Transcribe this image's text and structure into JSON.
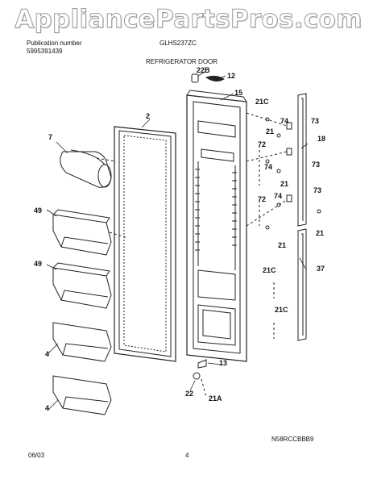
{
  "watermark": "AppliancePartsPros.com",
  "header": {
    "publication_label": "Publication number",
    "publication_number": "5995391439",
    "model": "GLHS237ZC",
    "section_title": "REFRIGERATOR DOOR"
  },
  "footer": {
    "date": "06/03",
    "page_number": "4",
    "drawing_code": "N58RCCBBB9"
  },
  "callouts": {
    "c22b": "22B",
    "c12": "12",
    "c15": "15",
    "c2": "2",
    "c21c_a": "21C",
    "c74_a": "74",
    "c73_a": "73",
    "c21_a": "21",
    "c18": "18",
    "c72_a": "72",
    "c74_b": "74",
    "c73_b": "73",
    "c21_b": "21",
    "c72_b": "72",
    "c74_c": "74",
    "c73_c": "73",
    "c21_c": "21",
    "c21_d": "21",
    "c7": "7",
    "c49_a": "49",
    "c49_b": "49",
    "c37": "37",
    "c21c_b": "21C",
    "c21c_c": "21C",
    "c4_a": "4",
    "c4_b": "4",
    "c13": "13",
    "c22": "22",
    "c21a": "21A"
  }
}
